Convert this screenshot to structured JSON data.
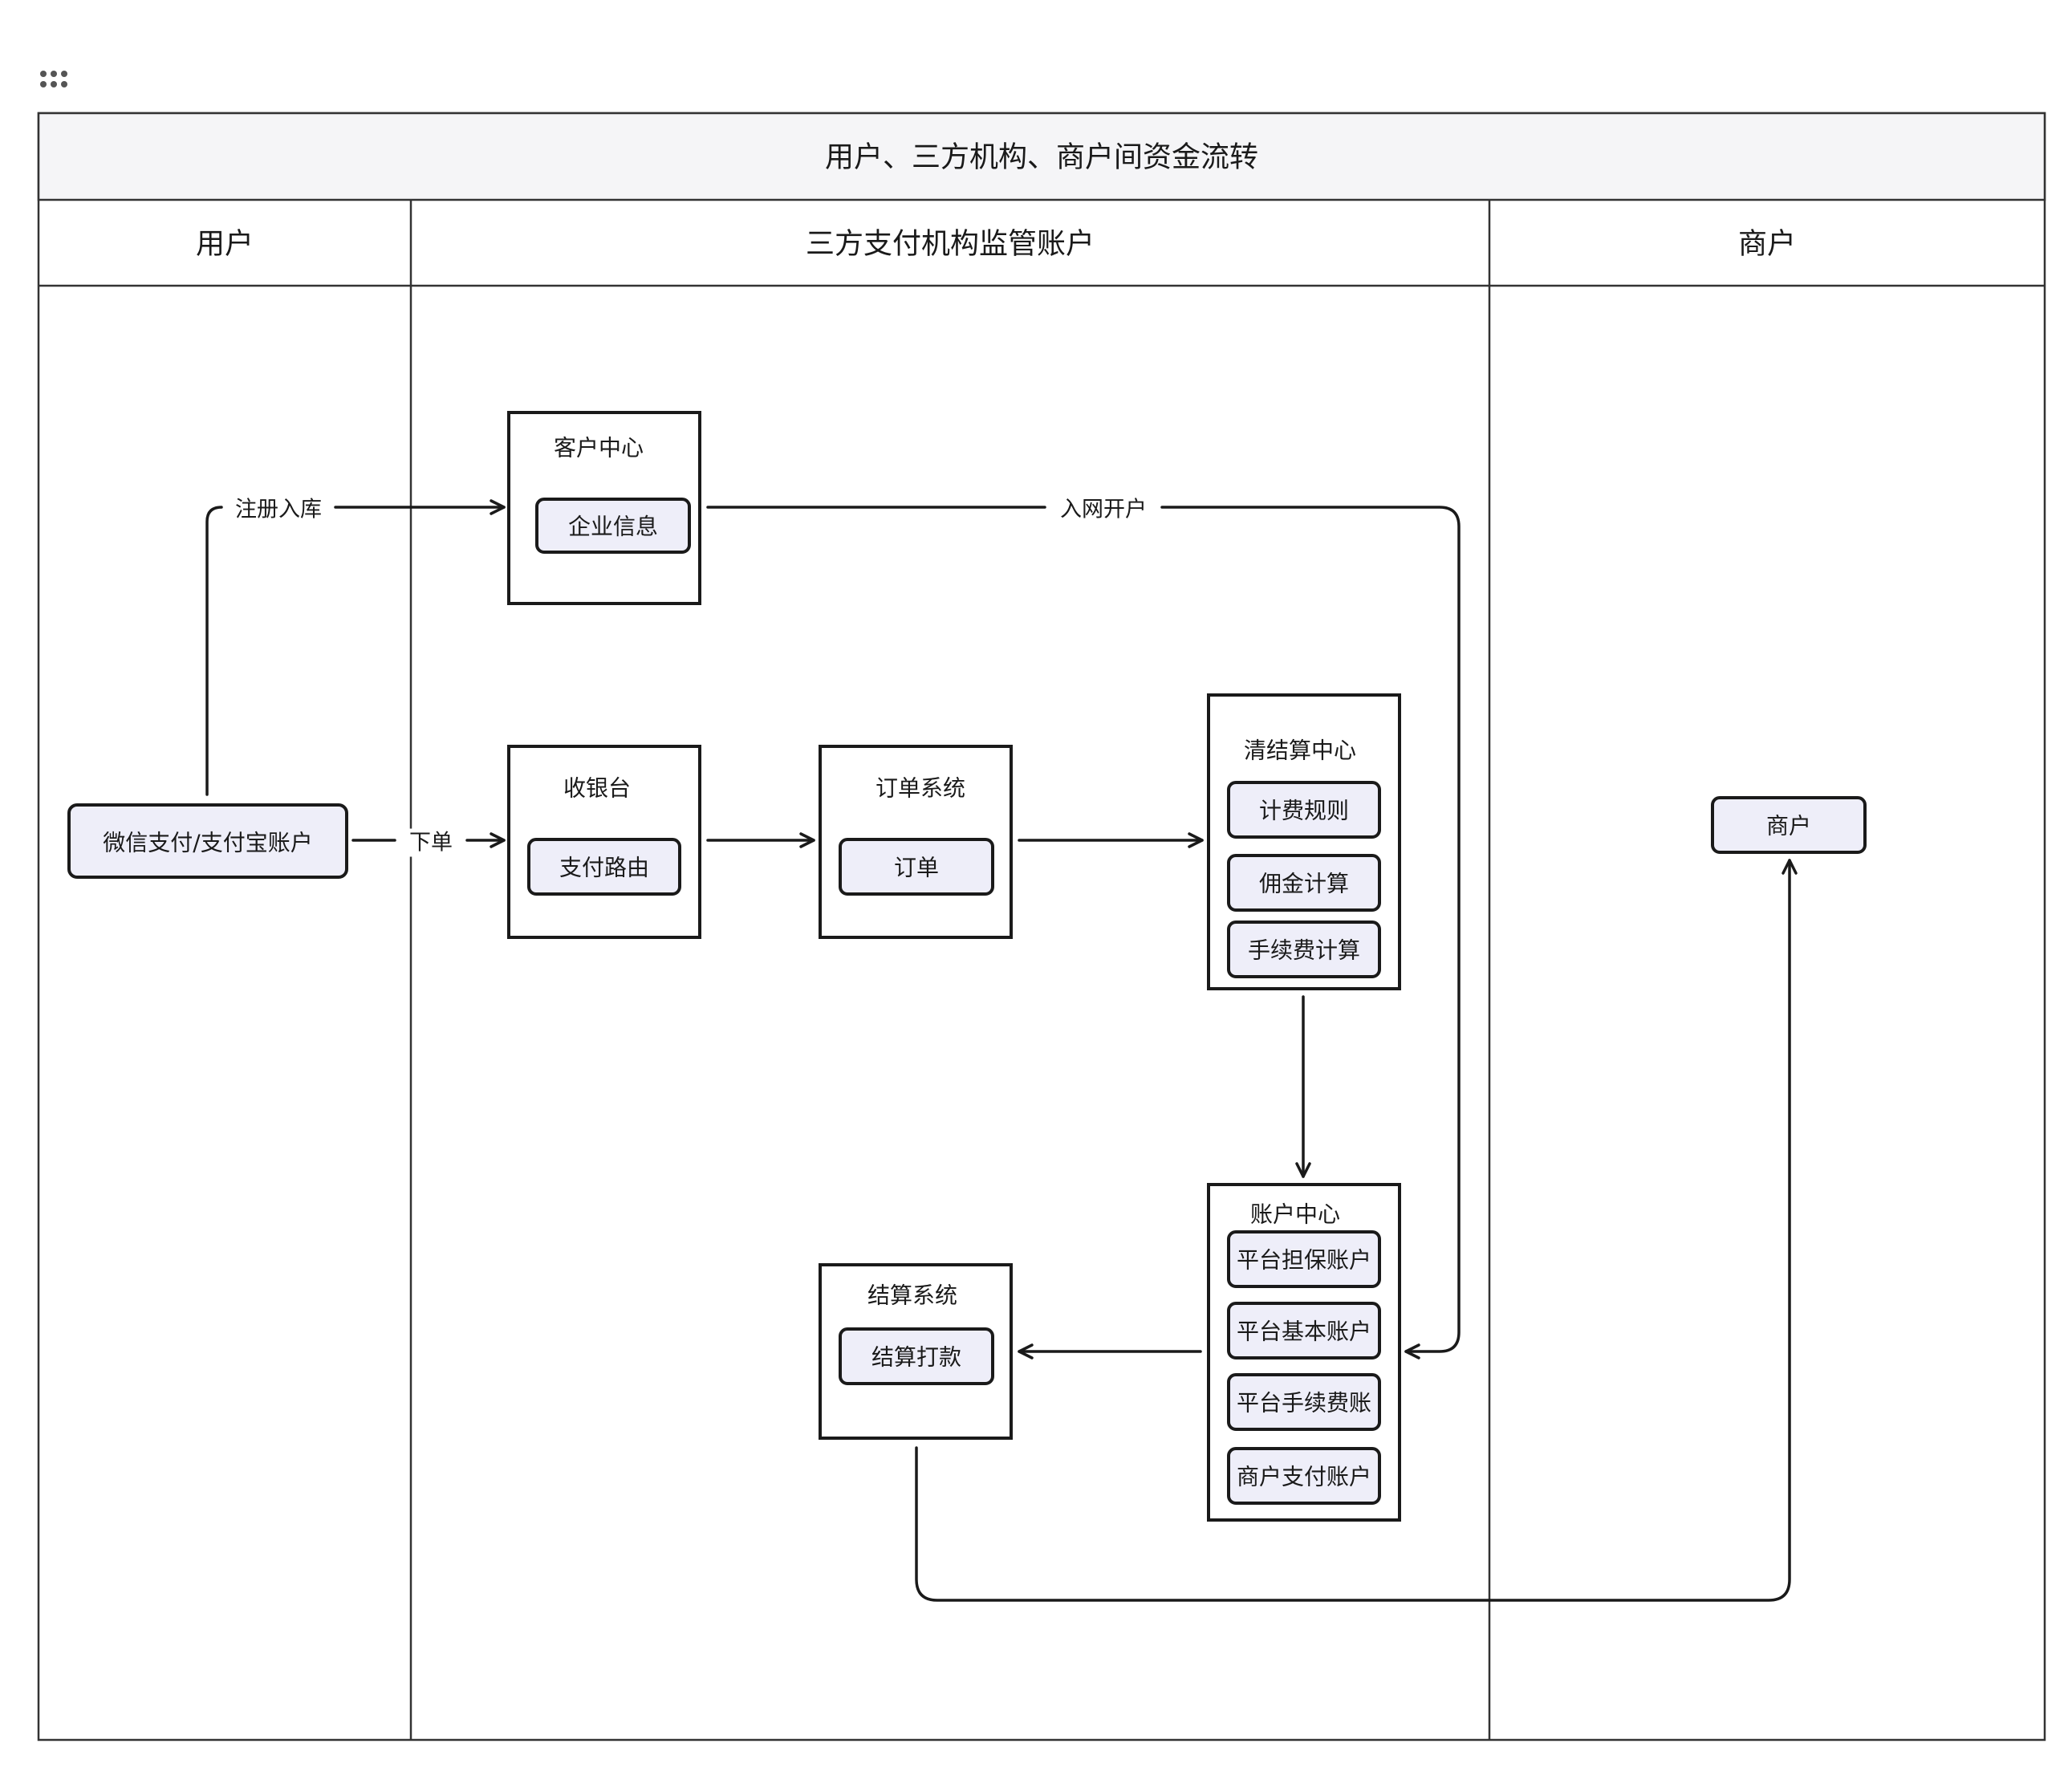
{
  "title": "用户、三方机构、商户间资金流转",
  "lanes": {
    "user": "用户",
    "third_party": "三方支付机构监管账户",
    "merchant": "商户"
  },
  "groups": {
    "customer_center": {
      "title": "客户中心",
      "items": [
        "企业信息"
      ]
    },
    "cashier": {
      "title": "收银台",
      "items": [
        "支付路由"
      ]
    },
    "order_system": {
      "title": "订单系统",
      "items": [
        "订单"
      ]
    },
    "clearing_center": {
      "title": "清结算中心",
      "items": [
        "计费规则",
        "佣金计算",
        "手续费计算"
      ]
    },
    "account_center": {
      "title": "账户中心",
      "items": [
        "平台担保账户",
        "平台基本账户",
        "平台手续费账",
        "商户支付账户"
      ]
    },
    "settlement_system": {
      "title": "结算系统",
      "items": [
        "结算打款"
      ]
    }
  },
  "nodes": {
    "user_account": "微信支付/支付宝账户",
    "merchant": "商户"
  },
  "edges": {
    "register": "注册入库",
    "order": "下单",
    "onboard": "入网开户"
  }
}
